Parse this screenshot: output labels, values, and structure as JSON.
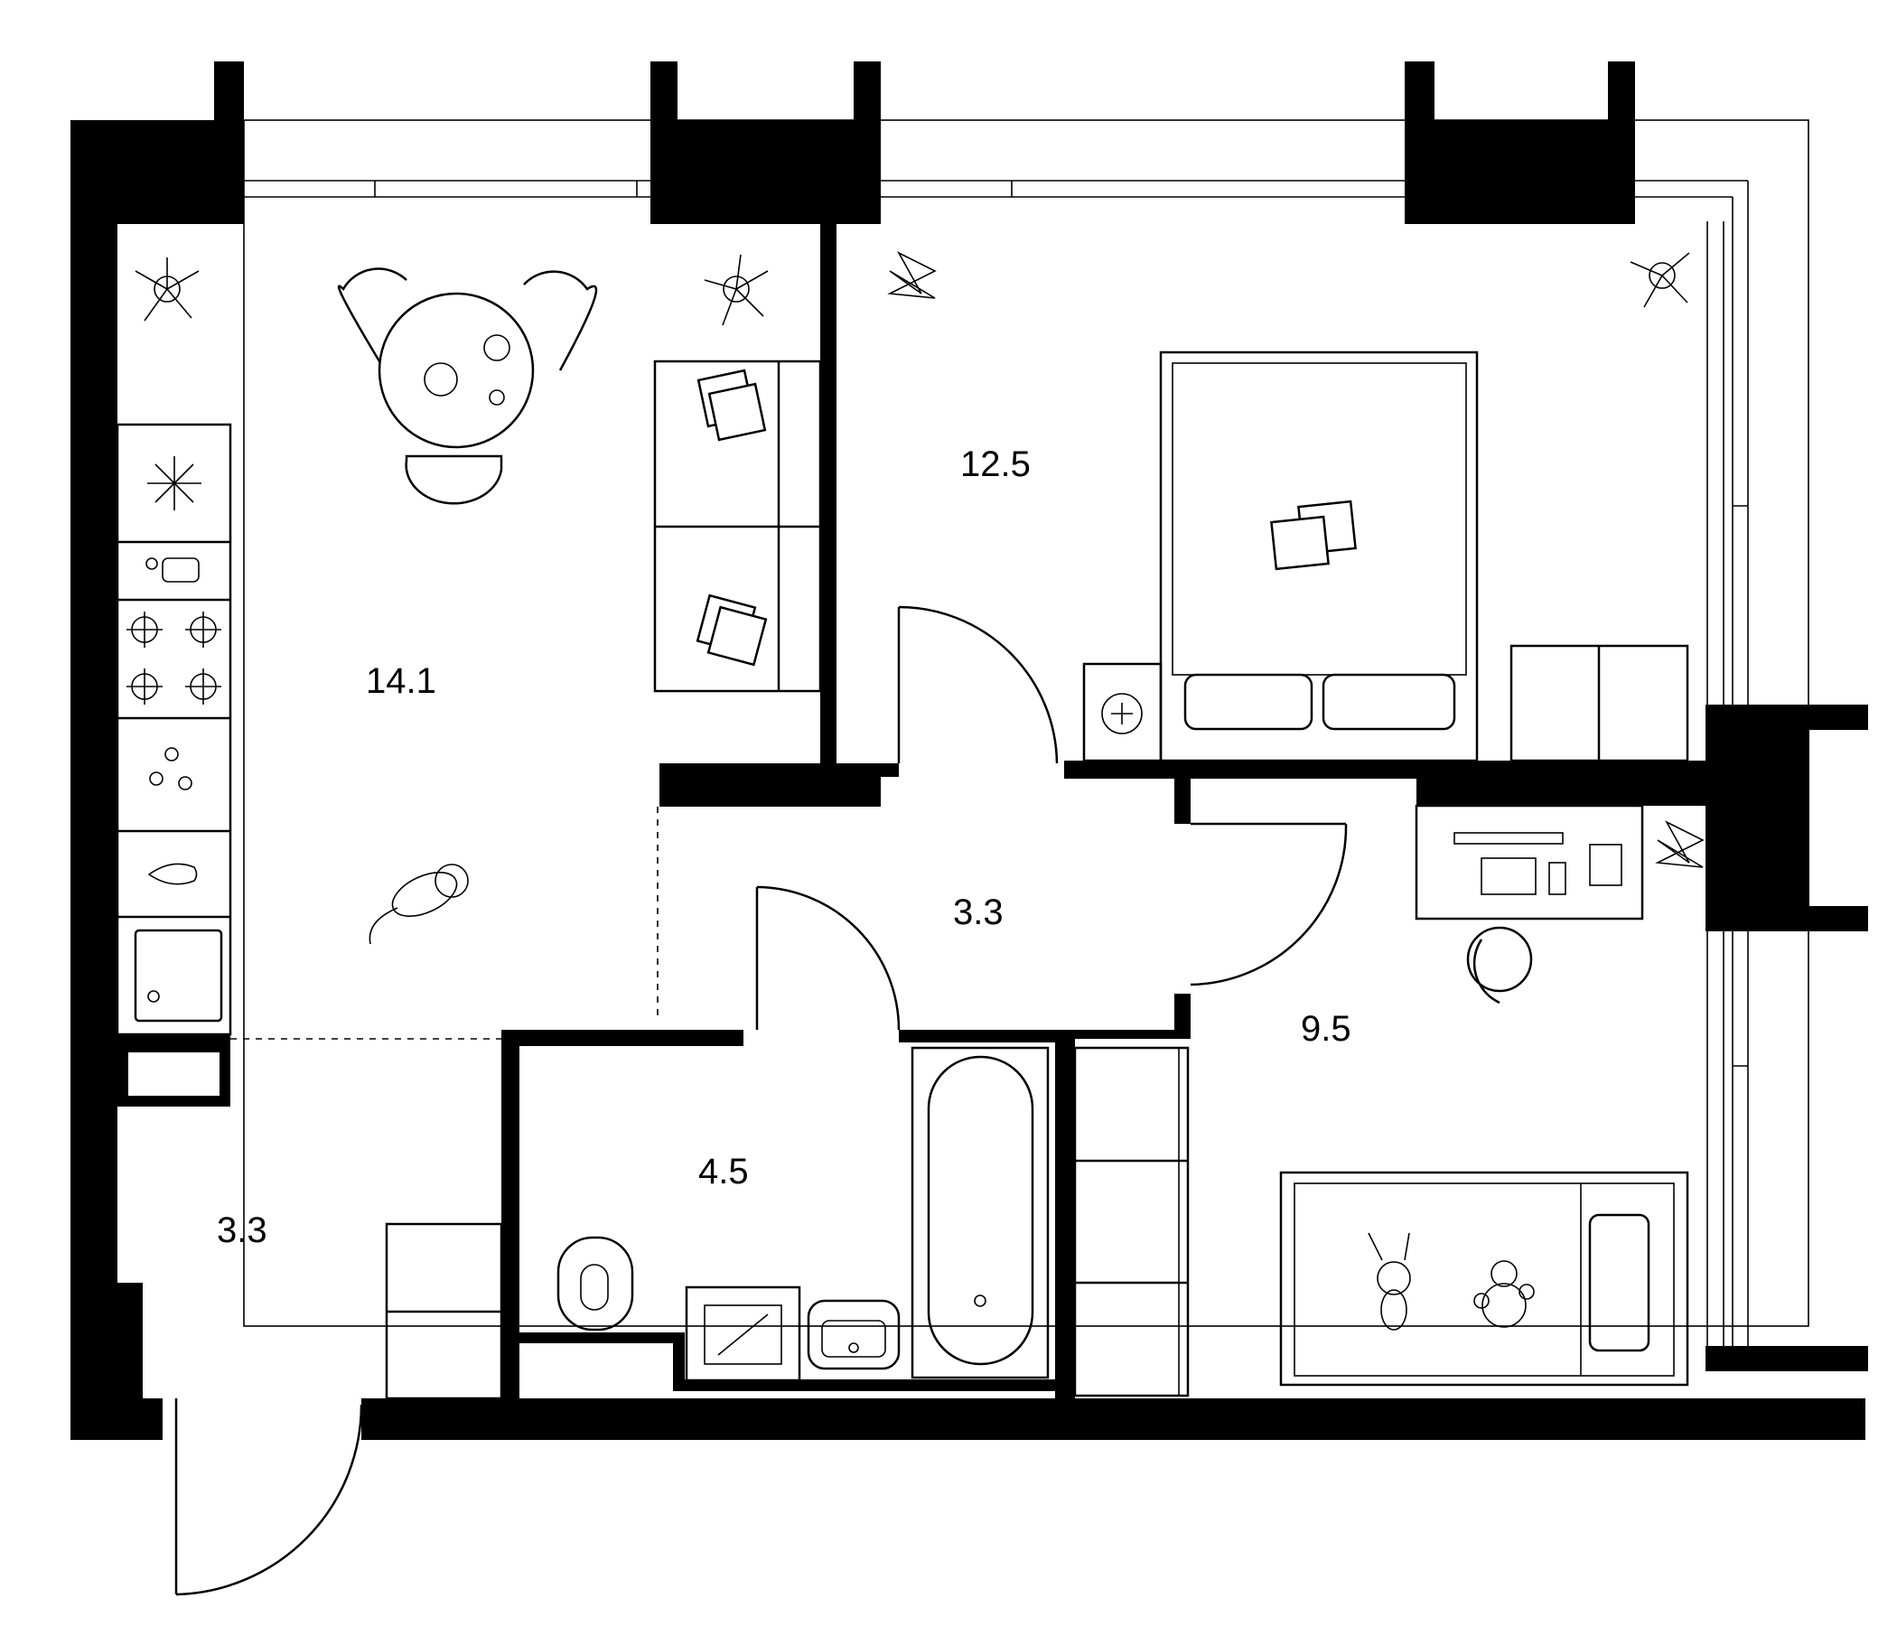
{
  "rooms": {
    "kitchen_living": "14.1",
    "bedroom": "12.5",
    "hall": "3.3",
    "entrance": "3.3",
    "bathroom": "4.5",
    "kids_room": "9.5"
  },
  "colors": {
    "wall": "#000000",
    "background": "#ffffff",
    "line": "#000000"
  },
  "icons": [
    "plant-icon",
    "dining-table-icon",
    "sofa-icon",
    "pillow-icon",
    "fridge-icon",
    "cutting-board-icon",
    "stove-icon",
    "spices-icon",
    "sink-icon",
    "cat-icon",
    "double-bed-icon",
    "washing-machine-icon",
    "desk-icon",
    "office-chair-icon",
    "wardrobe-icon",
    "toilet-icon",
    "bathtub-icon",
    "single-bed-icon",
    "toy-icon"
  ]
}
